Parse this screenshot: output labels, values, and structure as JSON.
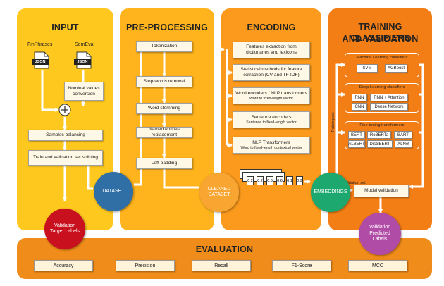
{
  "input": {
    "title": "INPUT",
    "source1": "FinPhrases",
    "source2": "SemEval",
    "file_badge": "JSON",
    "nominal": [
      "Nominal values",
      "conversion"
    ],
    "balancing": "Samples balancing",
    "splitting": "Train and validation set splitting"
  },
  "preprocessing": {
    "title": "PRE-PROCESSING",
    "steps": [
      "Tokenization",
      "Stop-words removal",
      "Word stemming",
      "Named entities replacement",
      "Left padding"
    ]
  },
  "encoding": {
    "title": "ENCODING",
    "items": [
      {
        "main": [
          "Features extraction from",
          "dictionaries and lexicons"
        ],
        "sub": ""
      },
      {
        "main": [
          "Statistical methods for feature",
          "extraction (CV and TF-IDF)"
        ],
        "sub": ""
      },
      {
        "main": [
          "Word encoders / NLP transformers"
        ],
        "sub": "Word to fixed-length vector"
      },
      {
        "main": [
          "Sentence encoders"
        ],
        "sub": "Sentence to fixed-length vector"
      },
      {
        "main": [
          "NLP Transformers"
        ],
        "sub": "Word to fixed-length contextual vector"
      }
    ],
    "vector": [
      "0.2",
      "0.2",
      "0.3",
      "0.6",
      "0.1",
      "0.9"
    ]
  },
  "training": {
    "title_line1": "TRAINING CLASSIFIERS",
    "title_line2": "AND VALIDATION",
    "training_set": "Training set",
    "validation_set": "Validation set",
    "ml": {
      "label": "Machine Learning classifiers",
      "models": [
        "SVM",
        "XGBoost"
      ]
    },
    "dl": {
      "label": "Deep Learning classifiers",
      "models": [
        "RNN",
        "RNN + Attention",
        "CNN",
        "Dense Network"
      ]
    },
    "ft": {
      "label": "Fine-tuning transformers",
      "models": [
        "BERT",
        "RoBERTa",
        "BART",
        "ALBERT",
        "DistilBERT",
        "XLNet"
      ]
    },
    "model_validation": "Model validation"
  },
  "circles": {
    "dataset": "DATASET",
    "cleaned": [
      "CLEANED",
      "DATASET"
    ],
    "embeddings": "EMBEDDINGS",
    "target": [
      "Validation",
      "Target Labels"
    ],
    "predicted": [
      "Validation",
      "Predicted",
      "Labels"
    ]
  },
  "evaluation": {
    "title": "EVALUATION",
    "metrics": [
      "Accuracy",
      "Precision",
      "Recall",
      "F1-Score",
      "MCC"
    ]
  },
  "colors": {
    "input": "#ffc81e",
    "preprocessing": "#ffb41e",
    "encoding": "#fb9a1c",
    "training": "#f47e16",
    "evaluation": "#f08c1a",
    "dataset": "#2f6fa5",
    "cleaned": "#f9a531",
    "embeddings": "#1ca86e",
    "target": "#c8101e",
    "predicted": "#b04ba6"
  }
}
